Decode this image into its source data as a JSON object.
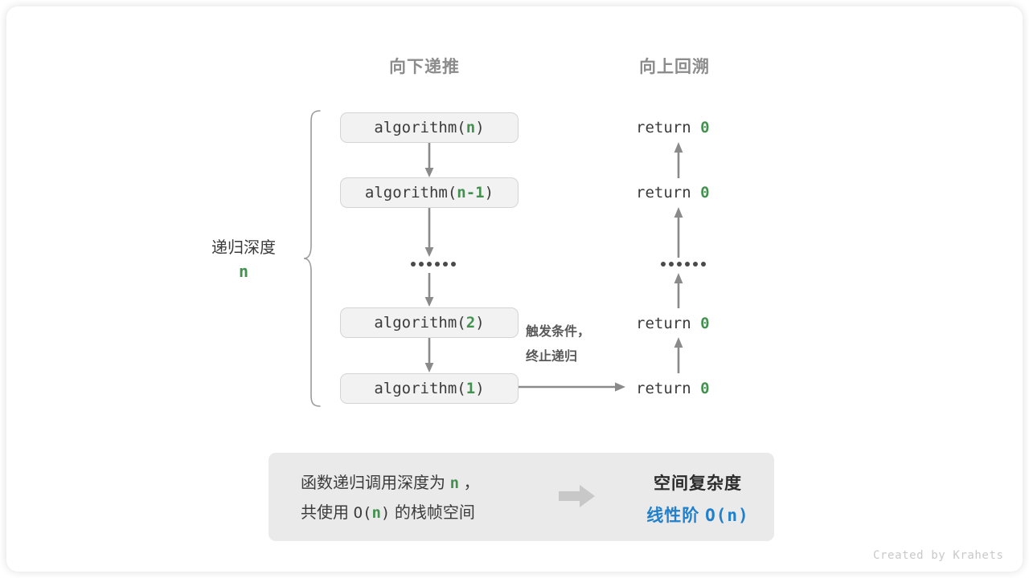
{
  "headings": {
    "down": "向下递推",
    "up": "向上回溯"
  },
  "depth": {
    "label": "递归深度",
    "value": "n"
  },
  "call_stack": [
    {
      "prefix": "algorithm(",
      "arg": "n",
      "suffix": ")"
    },
    {
      "prefix": "algorithm(",
      "arg": "n-1",
      "suffix": ")"
    },
    {
      "prefix": "algorithm(",
      "arg": "2",
      "suffix": ")"
    },
    {
      "prefix": "algorithm(",
      "arg": "1",
      "suffix": ")"
    }
  ],
  "ellipsis": "••••••",
  "returns": [
    {
      "keyword": "return",
      "value": "0"
    },
    {
      "keyword": "return",
      "value": "0"
    },
    {
      "keyword": "return",
      "value": "0"
    },
    {
      "keyword": "return",
      "value": "0"
    }
  ],
  "terminate": {
    "line1": "触发条件，",
    "line2": "终止递归"
  },
  "summary": {
    "left_line1_a": "函数递归调用深度为",
    "left_line1_n": "n",
    "left_line1_b": "，",
    "left_line2_a": "共使用",
    "left_line2_o": "O(",
    "left_line2_n": "n",
    "left_line2_oc": ")",
    "left_line2_b": "的栈帧空间",
    "arrow_icon": "right-arrow-icon",
    "right_title": "空间复杂度",
    "right_value_text": "线性阶",
    "right_value_mono": "O(n)"
  },
  "credit": "Created by Krahets",
  "colors": {
    "green": "#43914f",
    "blue": "#2080cc",
    "gray_text": "#3b3b3b",
    "heading_gray": "#8c8c8c",
    "box_fill": "#f2f2f2",
    "box_border": "#d4d4d4",
    "panel_fill": "#eaeaea",
    "arrow_gray": "#8a8a8a",
    "block_arrow": "#c8c8c8"
  }
}
